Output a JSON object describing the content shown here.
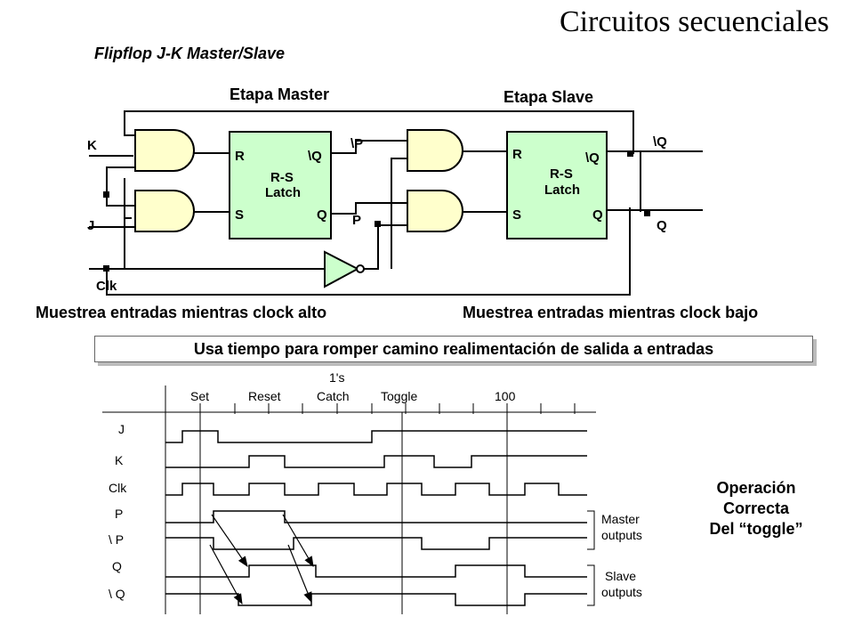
{
  "header": {
    "title": "Circuitos secuenciales",
    "subtitle": "Flipflop J-K Master/Slave"
  },
  "circuit": {
    "master_stage_label": "Etapa Master",
    "slave_stage_label": "Etapa Slave",
    "input_k": "K",
    "input_j": "J",
    "input_clk": "Clk",
    "latch_line1": "R-S",
    "latch_line2": "Latch",
    "pin_r": "R",
    "pin_s": "S",
    "pin_qbar": "\\Q",
    "pin_q": "Q",
    "node_pbar": "\\P",
    "node_p": "P",
    "out_qbar": "\\Q",
    "out_q": "Q",
    "master_caption": "Muestrea entradas mientras clock alto",
    "slave_caption": "Muestrea entradas mientras clock bajo"
  },
  "banner": "Usa tiempo para romper camino realimentación de salida a entradas",
  "timing": {
    "phases": [
      "Set",
      "Reset",
      "1's",
      "Catch",
      "Toggle",
      "100"
    ],
    "signals": [
      "J",
      "K",
      "Clk",
      "P",
      "\\ P",
      "Q",
      "\\ Q"
    ],
    "master_outputs": [
      "Master",
      "outputs"
    ],
    "slave_outputs": [
      "Slave",
      "outputs"
    ]
  },
  "operation_note": [
    "Operación",
    "Correcta",
    "Del “toggle”"
  ]
}
